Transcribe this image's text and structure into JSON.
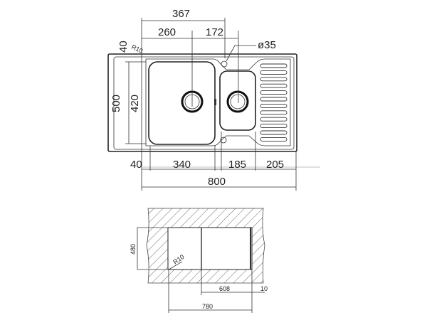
{
  "top_view": {
    "dims": {
      "overall_to_tap": "367",
      "big_bowl_center": "260",
      "small_bowl_center": "172",
      "tap_hole": "ø35",
      "top_rim": "40",
      "corner_radius": "R10",
      "depth_total": "500",
      "bowl_depth": "420",
      "left_rim": "40",
      "big_bowl_width": "340",
      "small_bowl_width": "185",
      "drainer_width": "205",
      "total_width": "800"
    }
  },
  "cutout_view": {
    "dims": {
      "height": "480",
      "radius": "R10",
      "inner_width": "608",
      "offset": "10",
      "total_width": "780"
    }
  }
}
